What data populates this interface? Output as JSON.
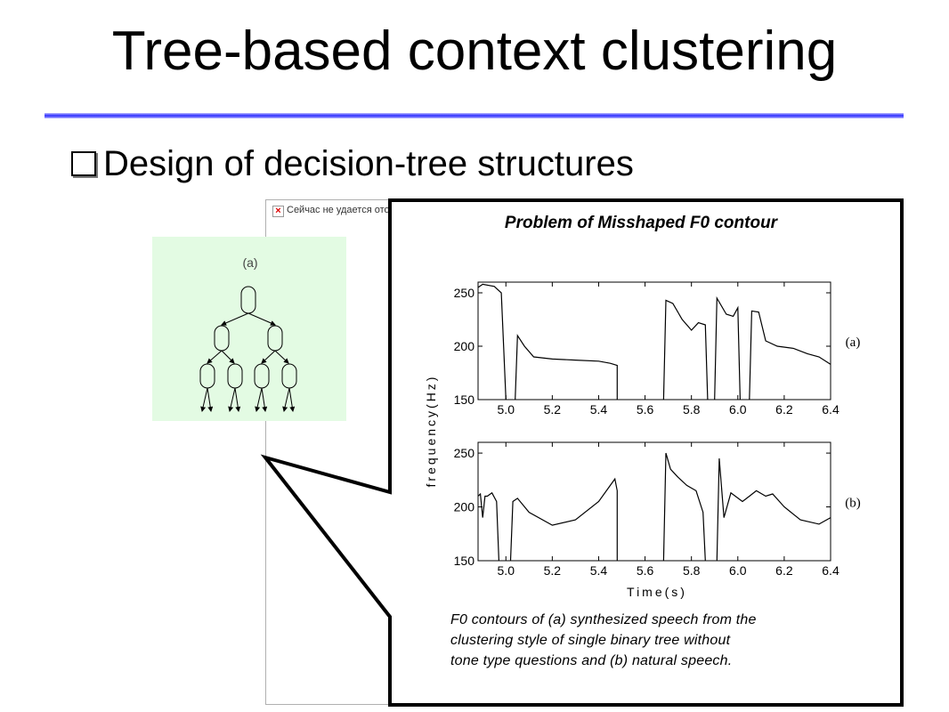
{
  "slide": {
    "title": "Tree-based context clustering",
    "bullet": "Design of decision-tree structures"
  },
  "placeholder": {
    "message": "Сейчас не удается отобразить рисунок."
  },
  "tree_figure": {
    "label": "(a)"
  },
  "callout": {
    "title": "Problem of Misshaped F0 contour",
    "caption_lines": [
      "F0 contours of (a) synthesized speech from the",
      "clustering style of single binary tree without",
      "tone type questions and (b) natural speech."
    ]
  },
  "chart_data": [
    {
      "type": "line",
      "panel_label": "(a)",
      "ylabel": "frequency(Hz)",
      "xlim": [
        4.88,
        6.4
      ],
      "ylim": [
        150,
        260
      ],
      "yticks": [
        "150",
        "200",
        "250"
      ],
      "xticks": [
        "5.0",
        "5.2",
        "5.4",
        "5.6",
        "5.8",
        "6.0",
        "6.2",
        "6.4"
      ],
      "segments": [
        {
          "x": [
            4.88,
            4.9,
            4.95,
            4.98,
            4.99,
            5.0
          ],
          "y": [
            255,
            258,
            256,
            250,
            200,
            150
          ]
        },
        {
          "x": [
            5.04,
            5.05,
            5.08,
            5.12,
            5.2,
            5.3,
            5.4,
            5.45,
            5.48,
            5.48
          ],
          "y": [
            150,
            210,
            200,
            190,
            188,
            187,
            186,
            184,
            182,
            150
          ]
        },
        {
          "x": [
            5.68,
            5.69,
            5.72,
            5.76,
            5.8,
            5.83,
            5.86,
            5.87
          ],
          "y": [
            150,
            243,
            240,
            225,
            215,
            222,
            220,
            150
          ]
        },
        {
          "x": [
            5.9,
            5.91,
            5.95,
            5.98,
            6.0,
            6.01
          ],
          "y": [
            150,
            245,
            230,
            228,
            236,
            150
          ]
        },
        {
          "x": [
            6.05,
            6.06,
            6.09,
            6.12,
            6.17,
            6.24,
            6.3,
            6.35,
            6.4
          ],
          "y": [
            150,
            233,
            232,
            205,
            200,
            198,
            193,
            190,
            183
          ]
        }
      ]
    },
    {
      "type": "line",
      "panel_label": "(b)",
      "xlabel": "Time(s)",
      "xlim": [
        4.88,
        6.4
      ],
      "ylim": [
        150,
        260
      ],
      "yticks": [
        "150",
        "200",
        "250"
      ],
      "xticks": [
        "5.0",
        "5.2",
        "5.4",
        "5.6",
        "5.8",
        "6.0",
        "6.2",
        "6.4"
      ],
      "segments": [
        {
          "x": [
            4.88,
            4.89,
            4.9,
            4.91,
            4.92,
            4.94,
            4.96,
            4.97
          ],
          "y": [
            210,
            212,
            190,
            210,
            210,
            213,
            205,
            150
          ]
        },
        {
          "x": [
            5.02,
            5.03,
            5.05,
            5.1,
            5.2,
            5.3,
            5.4,
            5.45,
            5.47,
            5.48,
            5.48
          ],
          "y": [
            150,
            205,
            208,
            195,
            183,
            188,
            205,
            220,
            226,
            215,
            150
          ]
        },
        {
          "x": [
            5.68,
            5.69,
            5.71,
            5.74,
            5.78,
            5.82,
            5.85,
            5.86
          ],
          "y": [
            150,
            250,
            235,
            228,
            220,
            215,
            195,
            150
          ]
        },
        {
          "x": [
            5.91,
            5.92,
            5.94,
            5.97,
            6.02,
            6.05,
            6.08,
            6.12,
            6.15,
            6.2,
            6.27,
            6.35,
            6.4
          ],
          "y": [
            150,
            245,
            190,
            213,
            205,
            210,
            215,
            210,
            212,
            200,
            188,
            184,
            190
          ]
        }
      ]
    }
  ]
}
